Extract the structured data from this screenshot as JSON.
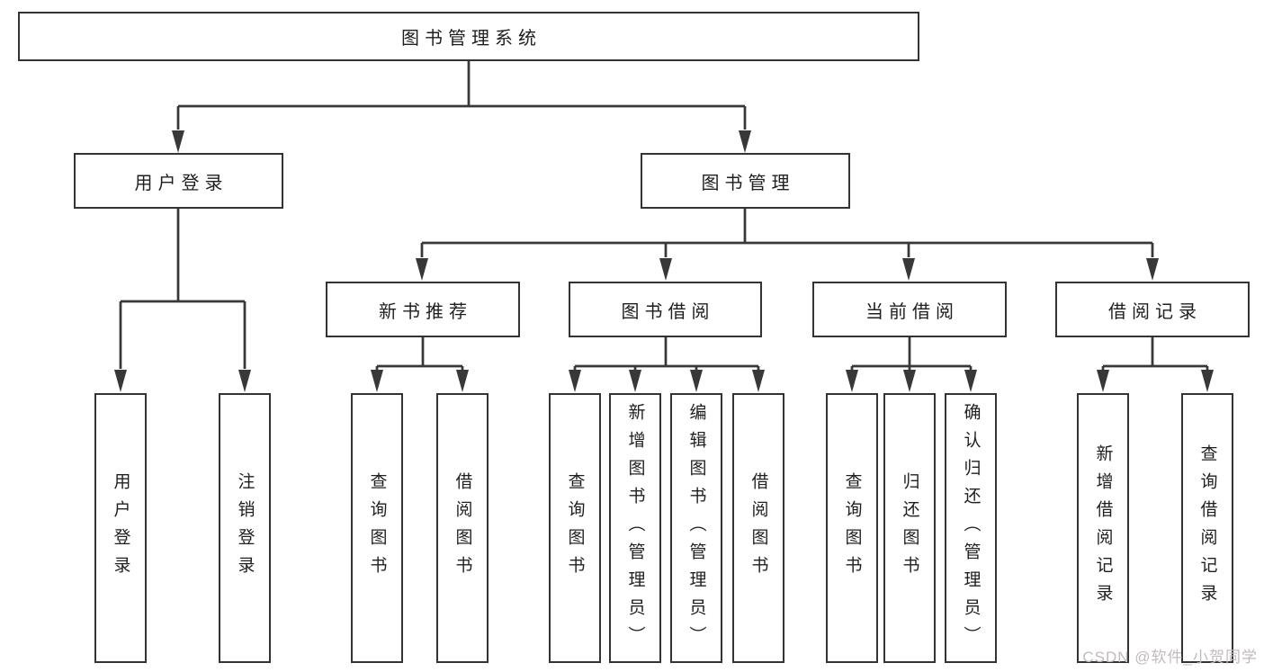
{
  "diagram": {
    "title": "图书管理系统",
    "line_color": "#383838",
    "border_color": "#333333",
    "nodes": [
      {
        "id": "root",
        "label": "图书管理系统",
        "level": 1,
        "children": [
          "user-login",
          "book-management"
        ]
      },
      {
        "id": "user-login",
        "label": "用户登录",
        "level": 2,
        "children": [
          "login",
          "logout"
        ]
      },
      {
        "id": "book-management",
        "label": "图书管理",
        "level": 2,
        "children": [
          "new-book-recommend",
          "book-borrowing",
          "current-borrowing",
          "borrow-records"
        ]
      },
      {
        "id": "new-book-recommend",
        "label": "新书推荐",
        "level": 3,
        "children": [
          "rec-query-book",
          "rec-borrow-book"
        ]
      },
      {
        "id": "book-borrowing",
        "label": "图书借阅",
        "level": 3,
        "children": [
          "bb-query-book",
          "bb-add-book",
          "bb-edit-book",
          "bb-borrow-book"
        ]
      },
      {
        "id": "current-borrowing",
        "label": "当前借阅",
        "level": 3,
        "children": [
          "cb-query-book",
          "cb-return-book",
          "cb-confirm-return"
        ]
      },
      {
        "id": "borrow-records",
        "label": "借阅记录",
        "level": 3,
        "children": [
          "br-add-record",
          "br-query-record"
        ]
      },
      {
        "id": "login",
        "label": "用户登录",
        "level": 4,
        "children": []
      },
      {
        "id": "logout",
        "label": "注销登录",
        "level": 4,
        "children": []
      },
      {
        "id": "rec-query-book",
        "label": "查询图书",
        "level": 4,
        "children": []
      },
      {
        "id": "rec-borrow-book",
        "label": "借阅图书",
        "level": 4,
        "children": []
      },
      {
        "id": "bb-query-book",
        "label": "查询图书",
        "level": 4,
        "children": []
      },
      {
        "id": "bb-add-book",
        "label": "新增图书（管理员）",
        "level": 4,
        "children": []
      },
      {
        "id": "bb-edit-book",
        "label": "编辑图书（管理员）",
        "level": 4,
        "children": []
      },
      {
        "id": "bb-borrow-book",
        "label": "借阅图书",
        "level": 4,
        "children": []
      },
      {
        "id": "cb-query-book",
        "label": "查询图书",
        "level": 4,
        "children": []
      },
      {
        "id": "cb-return-book",
        "label": "归还图书",
        "level": 4,
        "children": []
      },
      {
        "id": "cb-confirm-return",
        "label": "确认归还（管理员）",
        "level": 4,
        "children": []
      },
      {
        "id": "br-add-record",
        "label": "新增借阅记录",
        "level": 4,
        "children": []
      },
      {
        "id": "br-query-record",
        "label": "查询借阅记录",
        "level": 4,
        "children": []
      }
    ],
    "watermark": "CSDN @软件_小贺同学",
    "watermark_color": "#c2bbbb"
  }
}
